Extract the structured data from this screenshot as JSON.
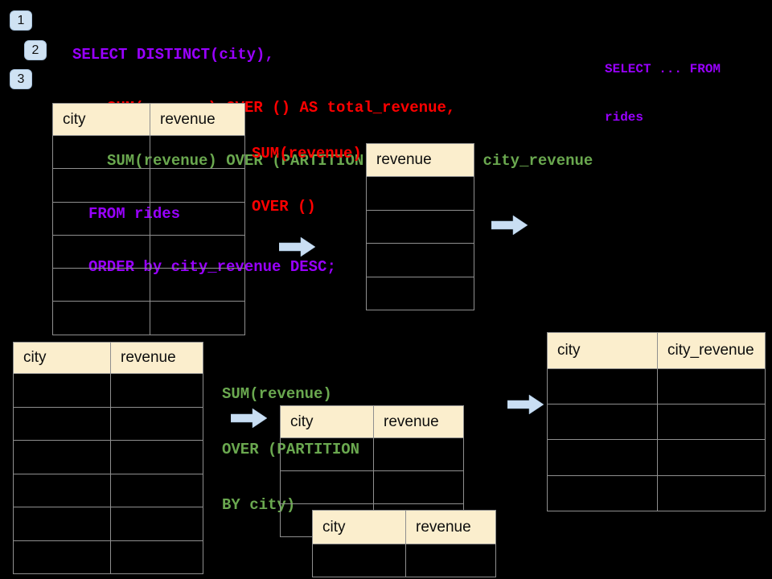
{
  "palette": {
    "background": "#000000",
    "keyword_purple": "#9900FF",
    "total_red": "#FF0000",
    "partition_green": "#6AA84F",
    "badge_blue": "#CFE2F3",
    "arrow_blue": "#C9DEF3",
    "table_header_cream": "#FBEECD",
    "table_border_gray": "#8f8f8f"
  },
  "steps": [
    {
      "label": "1"
    },
    {
      "label": "2"
    },
    {
      "label": "3"
    }
  ],
  "code": {
    "lines": [
      {
        "text": "SELECT DISTINCT(city),",
        "color": "purple"
      },
      {
        "text": "SUM(revenue) OVER () AS total_revenue,",
        "color": "red"
      },
      {
        "text": "SUM(revenue) OVER (PARTITION BY city) as city_revenue",
        "color": "green"
      },
      {
        "text": "FROM rides",
        "color": "purple"
      },
      {
        "text": "ORDER by city_revenue DESC;",
        "color": "purple"
      }
    ]
  },
  "side_note": {
    "line1": "SELECT ... FROM",
    "line2": "rides"
  },
  "annotations": {
    "total": {
      "line1": "SUM(revenue)",
      "line2": "OVER ()"
    },
    "partition": {
      "line1": "SUM(revenue)",
      "line2": "OVER (PARTITION",
      "line3": "BY city)"
    }
  },
  "tables": {
    "source_top": {
      "columns": [
        "city",
        "revenue"
      ],
      "body_rows": 6
    },
    "revenue_mid": {
      "columns": [
        "revenue"
      ],
      "body_rows": 4
    },
    "source_bottom": {
      "columns": [
        "city",
        "revenue"
      ],
      "body_rows": 6
    },
    "partition_input": {
      "columns": [
        "city",
        "revenue"
      ],
      "body_rows": 3
    },
    "partition_output": {
      "columns": [
        "city",
        "revenue"
      ],
      "body_rows": 1
    },
    "result": {
      "columns": [
        "city",
        "city_revenue"
      ],
      "body_rows": 4
    }
  },
  "icons": {
    "flow_arrow": "right-arrow"
  }
}
